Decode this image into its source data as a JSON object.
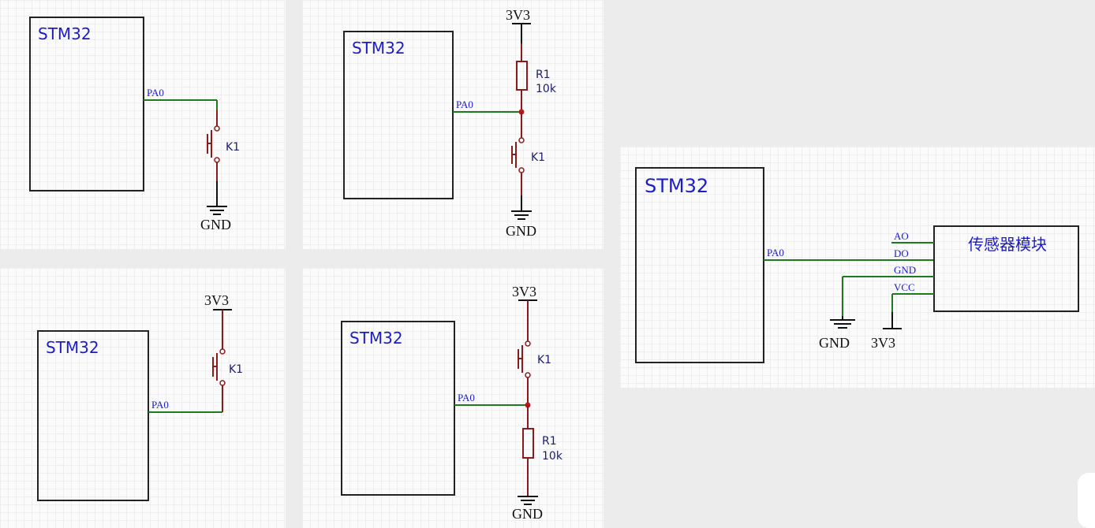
{
  "colors": {
    "chip_text": "#1c1cc8",
    "wire": "#1f7a1f",
    "component": "#8b1a1a",
    "junction": "#c01818"
  },
  "circuits": {
    "pull_down_switch": {
      "chip": "STM32",
      "pin": "PA0",
      "switch": "K1",
      "ground": "GND"
    },
    "pull_up_resistor_switch": {
      "chip": "STM32",
      "pin": "PA0",
      "power": "3V3",
      "resistor_name": "R1",
      "resistor_value": "10k",
      "switch": "K1",
      "ground": "GND"
    },
    "switch_to_power": {
      "chip": "STM32",
      "pin": "PA0",
      "power": "3V3",
      "switch": "K1"
    },
    "switch_pull_down_resistor": {
      "chip": "STM32",
      "pin": "PA0",
      "power": "3V3",
      "switch": "K1",
      "resistor_name": "R1",
      "resistor_value": "10k",
      "ground": "GND"
    },
    "sensor_module": {
      "chip": "STM32",
      "pin": "PA0",
      "module": "传感器模块",
      "module_pins": [
        "AO",
        "DO",
        "GND",
        "VCC"
      ],
      "ground": "GND",
      "power": "3V3"
    }
  }
}
